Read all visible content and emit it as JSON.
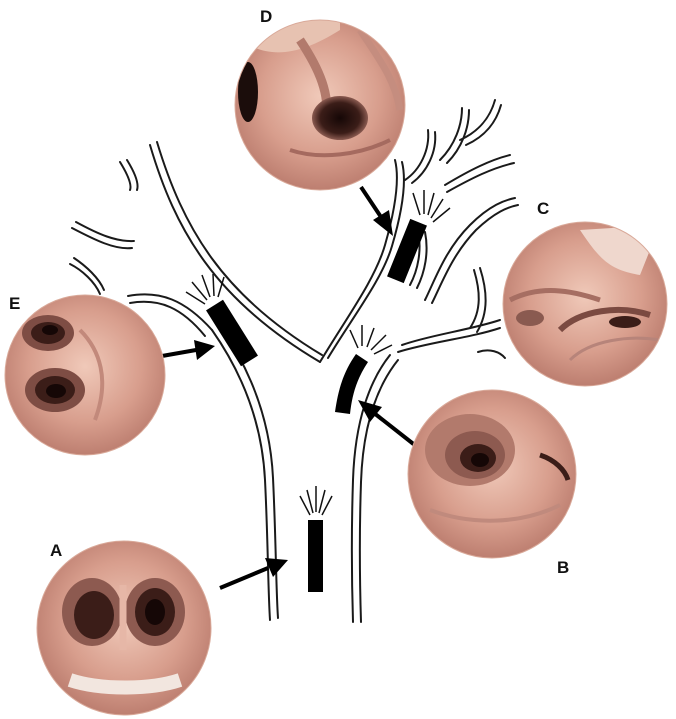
{
  "labels": {
    "a": "A",
    "b": "B",
    "c": "C",
    "d": "D",
    "e": "E"
  },
  "views": {
    "a": "endoscopic-view-carina",
    "b": "endoscopic-view-left-main-bronchus",
    "c": "endoscopic-view-left-upper-lobe",
    "d": "endoscopic-view-left-lower-lobe",
    "e": "endoscopic-view-right-bronchus"
  },
  "colors": {
    "line": "#1a1a1a",
    "scope": "#000000",
    "mucosa_light": "#e9b9a8",
    "mucosa_mid": "#c88c7f",
    "mucosa_dark": "#6d3f39",
    "lumen": "#1b0d0b"
  }
}
